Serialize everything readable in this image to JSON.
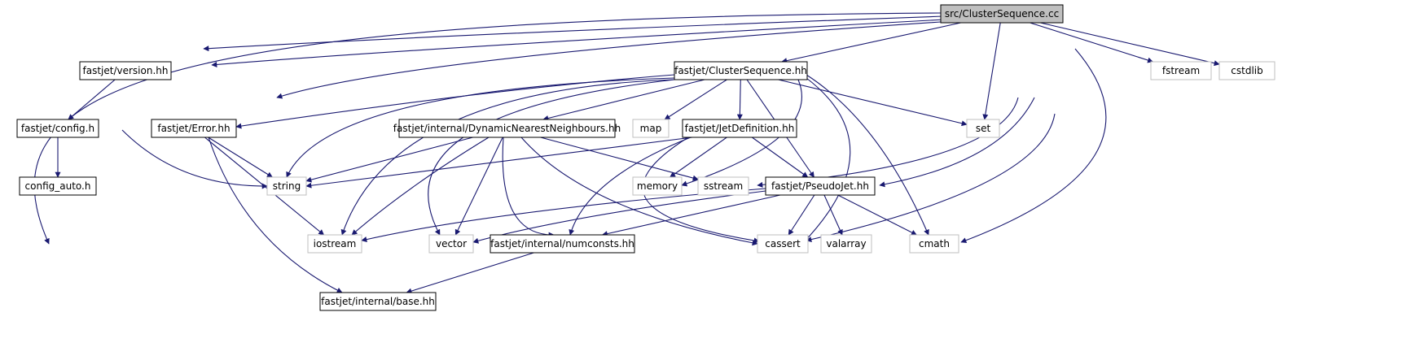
{
  "graph": {
    "nodes": [
      {
        "id": "cs_cc",
        "label": "src/ClusterSequence.cc",
        "kind": "main"
      },
      {
        "id": "version",
        "label": "fastjet/version.hh",
        "kind": "project"
      },
      {
        "id": "cs_hh",
        "label": "fastjet/ClusterSequence.hh",
        "kind": "project"
      },
      {
        "id": "fstream",
        "label": "fstream",
        "kind": "system"
      },
      {
        "id": "cstdlib",
        "label": "cstdlib",
        "kind": "system"
      },
      {
        "id": "config",
        "label": "fastjet/config.h",
        "kind": "project"
      },
      {
        "id": "error",
        "label": "fastjet/Error.hh",
        "kind": "project"
      },
      {
        "id": "dnn",
        "label": "fastjet/internal/DynamicNearestNeighbours.hh",
        "kind": "project"
      },
      {
        "id": "map",
        "label": "map",
        "kind": "system"
      },
      {
        "id": "jetdef",
        "label": "fastjet/JetDefinition.hh",
        "kind": "project"
      },
      {
        "id": "set",
        "label": "set",
        "kind": "system"
      },
      {
        "id": "config_auto",
        "label": "config_auto.h",
        "kind": "project"
      },
      {
        "id": "string",
        "label": "string",
        "kind": "system"
      },
      {
        "id": "memory",
        "label": "memory",
        "kind": "system"
      },
      {
        "id": "sstream",
        "label": "sstream",
        "kind": "system"
      },
      {
        "id": "pseudojet",
        "label": "fastjet/PseudoJet.hh",
        "kind": "project"
      },
      {
        "id": "iostream",
        "label": "iostream",
        "kind": "system"
      },
      {
        "id": "vector",
        "label": "vector",
        "kind": "system"
      },
      {
        "id": "numconsts",
        "label": "fastjet/internal/numconsts.hh",
        "kind": "project"
      },
      {
        "id": "cassert",
        "label": "cassert",
        "kind": "system"
      },
      {
        "id": "valarray",
        "label": "valarray",
        "kind": "system"
      },
      {
        "id": "cmath",
        "label": "cmath",
        "kind": "system"
      },
      {
        "id": "base",
        "label": "fastjet/internal/base.hh",
        "kind": "project"
      }
    ],
    "edges": [
      {
        "from": "cs_cc",
        "to": "version"
      },
      {
        "from": "cs_cc",
        "to": "cs_hh"
      },
      {
        "from": "cs_cc",
        "to": "fstream"
      },
      {
        "from": "cs_cc",
        "to": "cstdlib"
      },
      {
        "from": "cs_cc",
        "to": "error"
      },
      {
        "from": "cs_cc",
        "to": "string"
      },
      {
        "from": "cs_cc",
        "to": "set"
      },
      {
        "from": "cs_cc",
        "to": "sstream"
      },
      {
        "from": "cs_cc",
        "to": "pseudojet"
      },
      {
        "from": "cs_cc",
        "to": "cassert"
      },
      {
        "from": "cs_cc",
        "to": "cmath"
      },
      {
        "from": "cs_cc",
        "to": "iostream"
      },
      {
        "from": "version",
        "to": "config"
      },
      {
        "from": "version",
        "to": "string"
      },
      {
        "from": "config",
        "to": "config_auto"
      },
      {
        "from": "cs_hh",
        "to": "error"
      },
      {
        "from": "cs_hh",
        "to": "dnn"
      },
      {
        "from": "cs_hh",
        "to": "map"
      },
      {
        "from": "cs_hh",
        "to": "jetdef"
      },
      {
        "from": "cs_hh",
        "to": "set"
      },
      {
        "from": "cs_hh",
        "to": "string"
      },
      {
        "from": "cs_hh",
        "to": "iostream"
      },
      {
        "from": "cs_hh",
        "to": "vector"
      },
      {
        "from": "cs_hh",
        "to": "memory"
      },
      {
        "from": "cs_hh",
        "to": "pseudojet"
      },
      {
        "from": "cs_hh",
        "to": "cassert"
      },
      {
        "from": "cs_hh",
        "to": "cmath"
      },
      {
        "from": "error",
        "to": "string"
      },
      {
        "from": "error",
        "to": "iostream"
      },
      {
        "from": "error",
        "to": "base"
      },
      {
        "from": "dnn",
        "to": "string"
      },
      {
        "from": "dnn",
        "to": "iostream"
      },
      {
        "from": "dnn",
        "to": "vector"
      },
      {
        "from": "dnn",
        "to": "numconsts"
      },
      {
        "from": "dnn",
        "to": "cassert"
      },
      {
        "from": "dnn",
        "to": "sstream"
      },
      {
        "from": "jetdef",
        "to": "string"
      },
      {
        "from": "jetdef",
        "to": "memory"
      },
      {
        "from": "jetdef",
        "to": "pseudojet"
      },
      {
        "from": "jetdef",
        "to": "numconsts"
      },
      {
        "from": "jetdef",
        "to": "cassert"
      },
      {
        "from": "pseudojet",
        "to": "iostream"
      },
      {
        "from": "pseudojet",
        "to": "vector"
      },
      {
        "from": "pseudojet",
        "to": "numconsts"
      },
      {
        "from": "pseudojet",
        "to": "cassert"
      },
      {
        "from": "pseudojet",
        "to": "valarray"
      },
      {
        "from": "pseudojet",
        "to": "cmath"
      },
      {
        "from": "numconsts",
        "to": "base"
      }
    ]
  },
  "colors": {
    "edge": "#191970",
    "main_fill": "#bfbfbf",
    "system_border": "#bfbfbf",
    "project_border": "#000000"
  }
}
